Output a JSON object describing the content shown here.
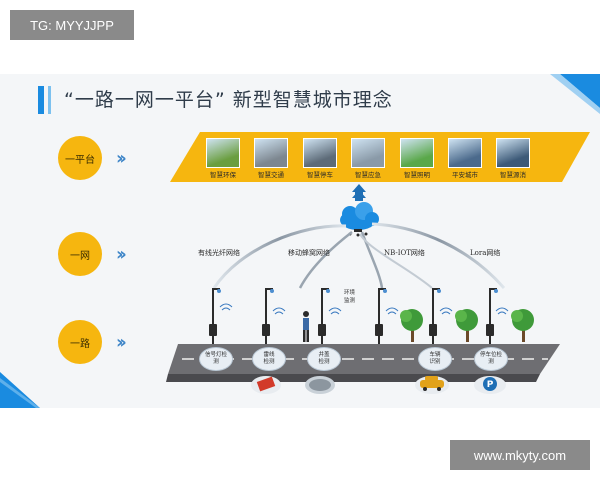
{
  "watermarks": {
    "top_left": "TG: MYYJJPP",
    "bottom_right": "www.mkyty.com"
  },
  "slide": {
    "title": "“一路一网一平台” 新型智慧城市理念",
    "colors": {
      "accent_blue": "#1a8be0",
      "accent_yellow": "#f6b60f",
      "chevron": "#3f86c8"
    }
  },
  "layers": [
    {
      "label": "一平台"
    },
    {
      "label": "一网"
    },
    {
      "label": "一路"
    }
  ],
  "platform_items": [
    {
      "label": "智慧环保",
      "icon": "environment-icon",
      "color": "#6a9e3f"
    },
    {
      "label": "智慧交通",
      "icon": "traffic-icon",
      "color": "#7d8790"
    },
    {
      "label": "智慧停车",
      "icon": "parking-icon",
      "color": "#5d6b78"
    },
    {
      "label": "智慧应急",
      "icon": "emergency-icon",
      "color": "#8a9aa8"
    },
    {
      "label": "智慧照明",
      "icon": "lighting-icon",
      "color": "#5aa84a"
    },
    {
      "label": "平安城市",
      "icon": "city-icon",
      "color": "#4b6a8c"
    },
    {
      "label": "智慧源消",
      "icon": "bulb-icon",
      "color": "#3d5a78"
    }
  ],
  "networks": [
    {
      "label": "有线光纤网络"
    },
    {
      "label": "移动蜂窝网络"
    },
    {
      "label": "NB-IOT网络"
    },
    {
      "label": "Lora网络"
    }
  ],
  "road_labels": {
    "env_monitor": "环境\n监测",
    "sensors": [
      {
        "label": "信号灯检\n测"
      },
      {
        "label": "雷线\n检测"
      },
      {
        "label": "井盖\n检测"
      },
      {
        "label": "车辆\n识别"
      },
      {
        "label": "停车位检\n测"
      }
    ]
  }
}
